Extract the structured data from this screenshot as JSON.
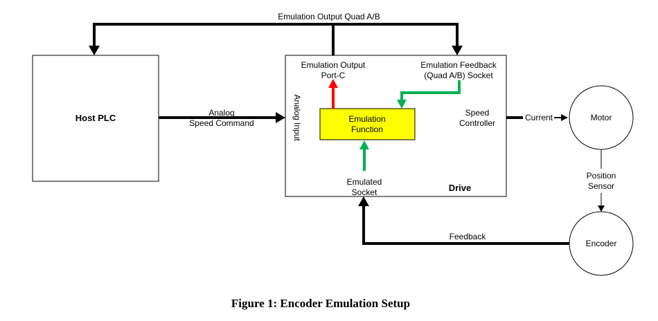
{
  "diagram": {
    "top_bus_label": "Emulation Output Quad A/B",
    "host_plc": "Host PLC",
    "analog_speed_command": [
      "Analog",
      "Speed Command"
    ],
    "analog_input": "Analog Input",
    "emulation_output": [
      "Emulation Output",
      "Port-C"
    ],
    "emulation_feedback": [
      "Emulation Feedback",
      "(Quad A/B) Socket"
    ],
    "emulation_function": [
      "Emulation",
      "Function"
    ],
    "speed_controller": [
      "Speed",
      "Controller"
    ],
    "emulated_socket": [
      "Emulated",
      "Socket"
    ],
    "drive": "Drive",
    "current": "Current",
    "motor": "Motor",
    "position_sensor": [
      "Position",
      "Sensor"
    ],
    "encoder": "Encoder",
    "feedback": "Feedback"
  },
  "caption": "Figure 1: Encoder Emulation Setup",
  "colors": {
    "emulation_function_fill": "#ffff00",
    "red_arrow": "#ff0000",
    "green_arrow": "#00b050",
    "line": "#000000"
  }
}
